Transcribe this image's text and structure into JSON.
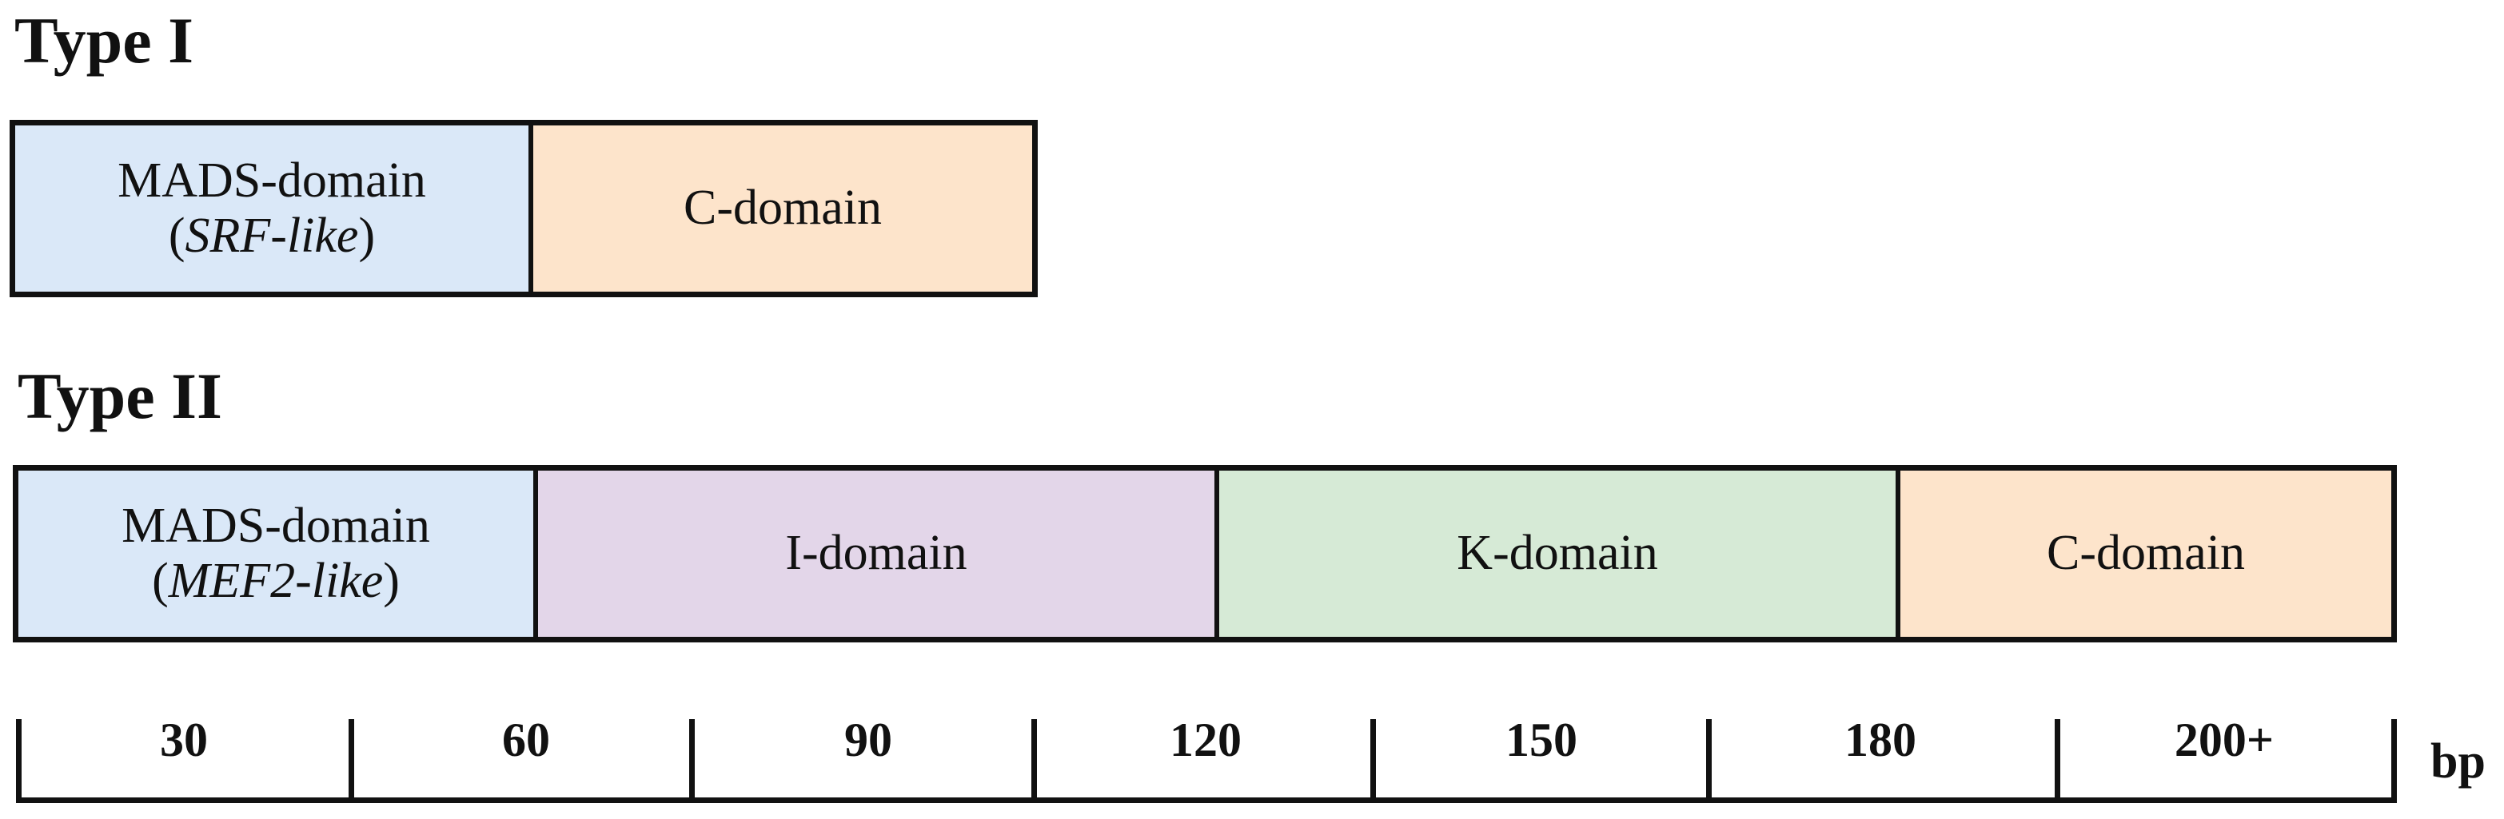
{
  "type1": {
    "title": "Type I",
    "domains": [
      {
        "line1": "MADS-domain",
        "open": "(",
        "italic": "SRF-like",
        "close": ")",
        "color": "#dae8f8"
      },
      {
        "line1": "C-domain",
        "color": "#fde4cb"
      }
    ]
  },
  "type2": {
    "title": "Type II",
    "domains": [
      {
        "line1": "MADS-domain",
        "open": "(",
        "italic": "MEF2-like",
        "close": ")",
        "color": "#dae8f8"
      },
      {
        "line1": "I-domain",
        "color": "#e3d6e9"
      },
      {
        "line1": "K-domain",
        "color": "#d6ead6"
      },
      {
        "line1": "C-domain",
        "color": "#fde4cb"
      }
    ]
  },
  "scale": {
    "labels": [
      "30",
      "60",
      "90",
      "120",
      "150",
      "180",
      "200+"
    ],
    "unit": "bp"
  }
}
